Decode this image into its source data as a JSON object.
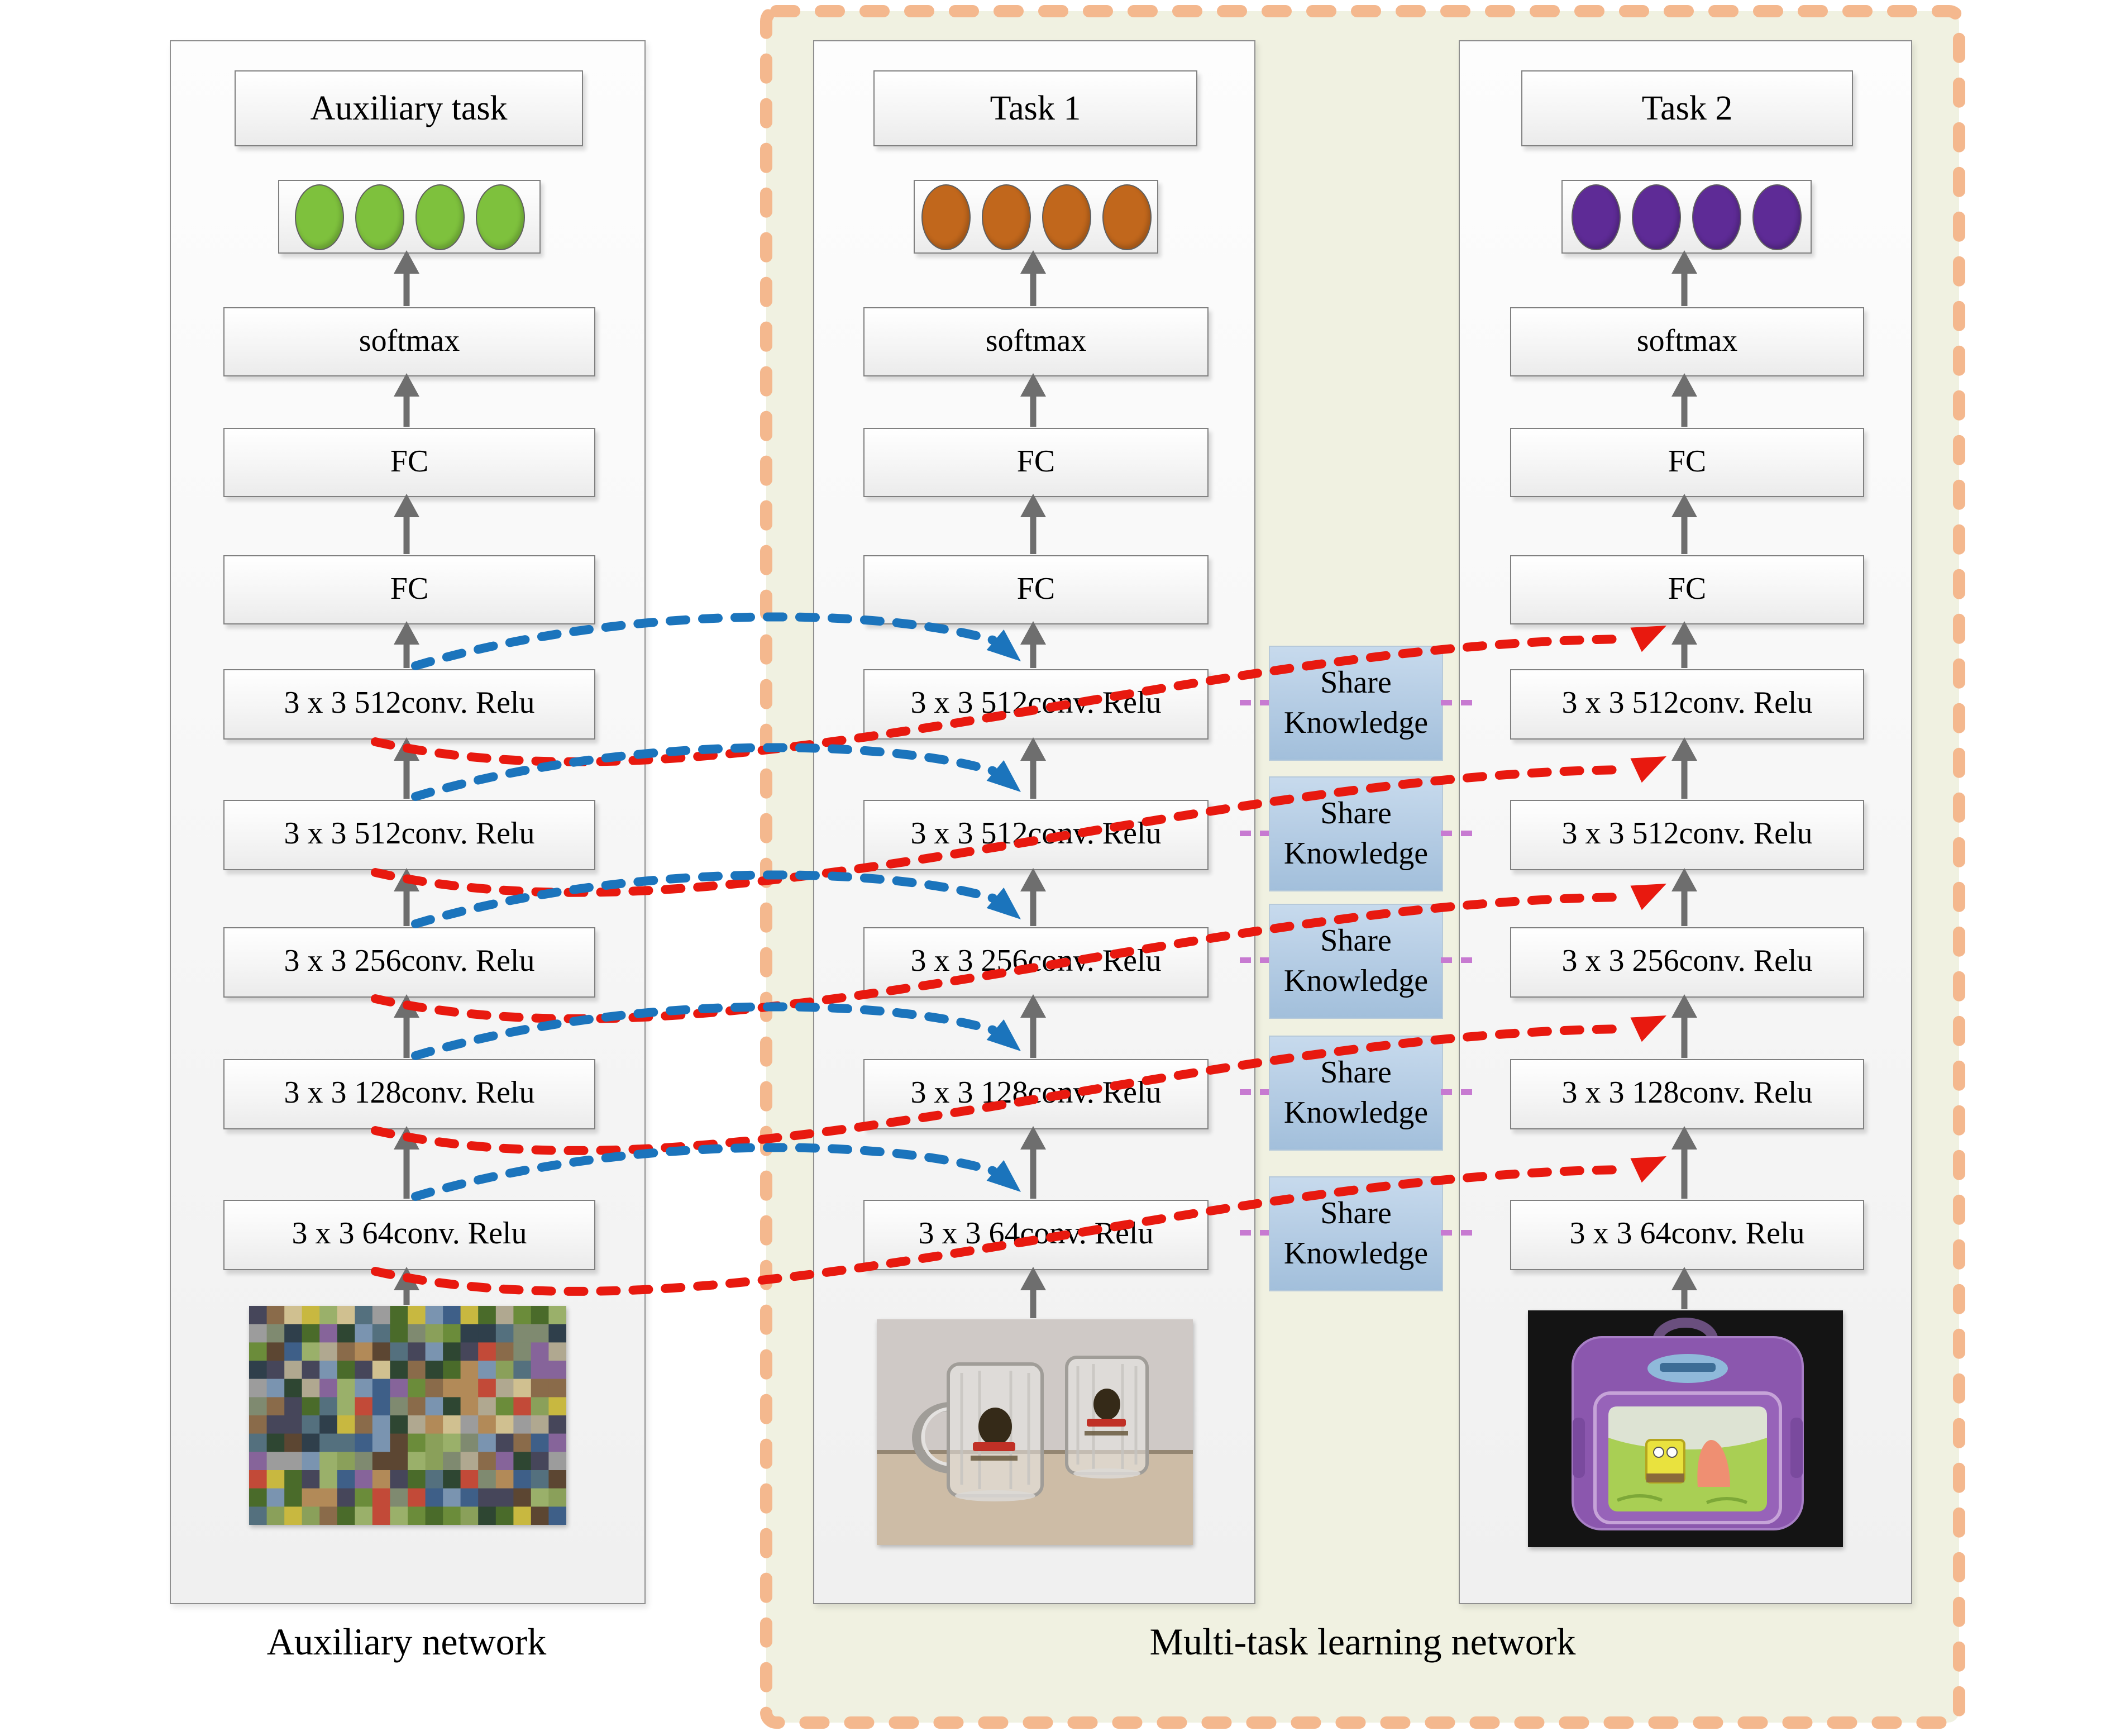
{
  "diagram": {
    "columns": [
      {
        "id": "aux",
        "title": "Auxiliary task",
        "unit_count": 4,
        "unit_color": "#7ec13d",
        "layers": {
          "softmax": "softmax",
          "fc1": "FC",
          "fc2": "FC",
          "convs": [
            "3 x 3 512conv. Relu",
            "3 x 3 512conv. Relu",
            "3 x 3 256conv. Relu",
            "3 x 3 128conv. Relu",
            "3 x 3 64conv. Relu"
          ]
        },
        "input_image": "imagenet-collage",
        "caption": "Auxiliary network"
      },
      {
        "id": "task1",
        "title": "Task 1",
        "unit_count": 4,
        "unit_color": "#c1671c",
        "layers": {
          "softmax": "softmax",
          "fc1": "FC",
          "fc2": "FC",
          "convs": [
            "3 x 3 512conv. Relu",
            "3 x 3 512conv. Relu",
            "3 x 3 256conv. Relu",
            "3 x 3 128conv. Relu",
            "3 x 3 64conv. Relu"
          ]
        },
        "input_image": "glass-mugs"
      },
      {
        "id": "task2",
        "title": "Task 2",
        "unit_count": 4,
        "unit_color": "#5e2b96",
        "layers": {
          "softmax": "softmax",
          "fc1": "FC",
          "fc2": "FC",
          "convs": [
            "3 x 3 512conv. Relu",
            "3 x 3 512conv. Relu",
            "3 x 3 256conv. Relu",
            "3 x 3 128conv. Relu",
            "3 x 3 64conv. Relu"
          ]
        },
        "input_image": "purple-backpack"
      }
    ],
    "share_knowledge": {
      "label": "Share Knowledge",
      "count": 5
    },
    "captions": {
      "auxiliary": "Auxiliary network",
      "multitask": "Multi-task learning network"
    },
    "colors": {
      "aux_to_task1_arrow": "#1b74bc",
      "aux_to_task2_arrow": "#e8190f",
      "share_link_dash": "#c77ad1",
      "mtl_border": "#f4b88e",
      "mtl_background": "#f0f1e1",
      "flow_arrow": "#6e6e6e",
      "share_box_fill": "#b6cde4"
    }
  }
}
